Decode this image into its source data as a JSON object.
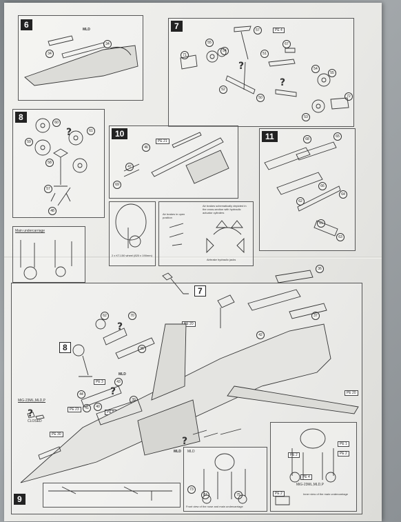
{
  "steps": {
    "s6": "6",
    "s7": "7",
    "s8": "8",
    "s10": "10",
    "s11": "11",
    "s9": "9",
    "s7b": "7",
    "s8b": "8"
  },
  "labels": {
    "mld_top": "MLD",
    "mld_mid": "MLD",
    "mld_bottom": "MLD",
    "main_uc": "Main undercarriage",
    "wheel_caption": "2 x KT-150 wheel (820 x 190mm)",
    "brakes_open": "Air brakes in open position",
    "brakes_note": "Air brakes schematically depicted in the cross-section with hydraulic actuator cylinders",
    "brakes_hyd": "Airbrake hydraulic jacks",
    "mig_label": "MiG-23ML,MLD,P",
    "closed": "CLOSED",
    "mld_small": "MLD",
    "front_view": "Front view of the nose and main undercarriage",
    "mig_label2": "MiG-23ML,MLD,P",
    "inner_view": "Inner view of the main undercarriage"
  },
  "pe_tags": [
    "PE 4",
    "PE 21",
    "PE 20",
    "PE 3",
    "PE 23",
    "PE 5",
    "PE 30",
    "PE 1",
    "PE 2",
    "PE 4",
    "PE 2",
    "PE 20",
    "PE 2"
  ],
  "part_numbers": [
    "34",
    "34",
    "57",
    "67",
    "71",
    "55",
    "54",
    "51",
    "52",
    "50",
    "54",
    "55",
    "53",
    "72",
    "60",
    "61",
    "59",
    "58",
    "57",
    "48",
    "46",
    "47",
    "69",
    "68",
    "65",
    "66",
    "64",
    "62",
    "63",
    "61",
    "62",
    "70",
    "35",
    "36",
    "37",
    "38",
    "42",
    "43",
    "44",
    "41",
    "40",
    "39",
    "73",
    "74",
    "75"
  ]
}
